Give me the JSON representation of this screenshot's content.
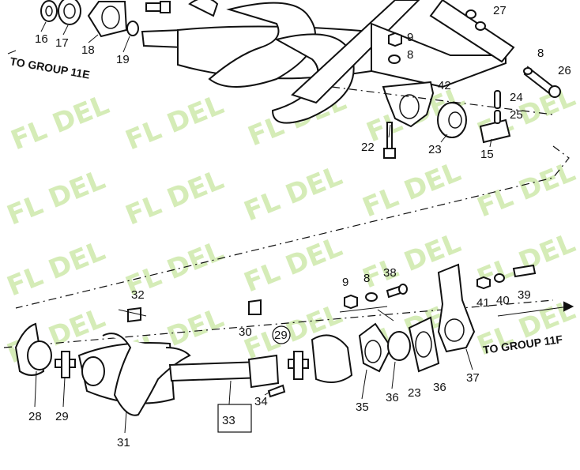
{
  "diagram": {
    "group_refs": {
      "left": "TO GROUP 11E",
      "right": "TO GROUP 11F"
    },
    "watermark": "FL DEL",
    "callouts": [
      {
        "id": "c16",
        "text": "16"
      },
      {
        "id": "c17",
        "text": "17"
      },
      {
        "id": "c18",
        "text": "18"
      },
      {
        "id": "c19",
        "text": "19"
      },
      {
        "id": "c27",
        "text": "27"
      },
      {
        "id": "c9a",
        "text": "9"
      },
      {
        "id": "c8a",
        "text": "8"
      },
      {
        "id": "c8b",
        "text": "8"
      },
      {
        "id": "c26",
        "text": "26"
      },
      {
        "id": "c42",
        "text": "42"
      },
      {
        "id": "c24",
        "text": "24"
      },
      {
        "id": "c25",
        "text": "25"
      },
      {
        "id": "c22",
        "text": "22"
      },
      {
        "id": "c23a",
        "text": "23"
      },
      {
        "id": "c15",
        "text": "15"
      },
      {
        "id": "c32",
        "text": "32"
      },
      {
        "id": "c9b",
        "text": "9"
      },
      {
        "id": "c8c",
        "text": "8"
      },
      {
        "id": "c38",
        "text": "38"
      },
      {
        "id": "c41",
        "text": "41"
      },
      {
        "id": "c40",
        "text": "40"
      },
      {
        "id": "c39",
        "text": "39"
      },
      {
        "id": "c30",
        "text": "30"
      },
      {
        "id": "c29a",
        "text": "29"
      },
      {
        "id": "c28",
        "text": "28"
      },
      {
        "id": "c29b",
        "text": "29"
      },
      {
        "id": "c31",
        "text": "31"
      },
      {
        "id": "c34",
        "text": "34"
      },
      {
        "id": "c33",
        "text": "33"
      },
      {
        "id": "c35",
        "text": "35"
      },
      {
        "id": "c36a",
        "text": "36"
      },
      {
        "id": "c23b",
        "text": "23"
      },
      {
        "id": "c36b",
        "text": "36"
      },
      {
        "id": "c37",
        "text": "37"
      }
    ]
  }
}
